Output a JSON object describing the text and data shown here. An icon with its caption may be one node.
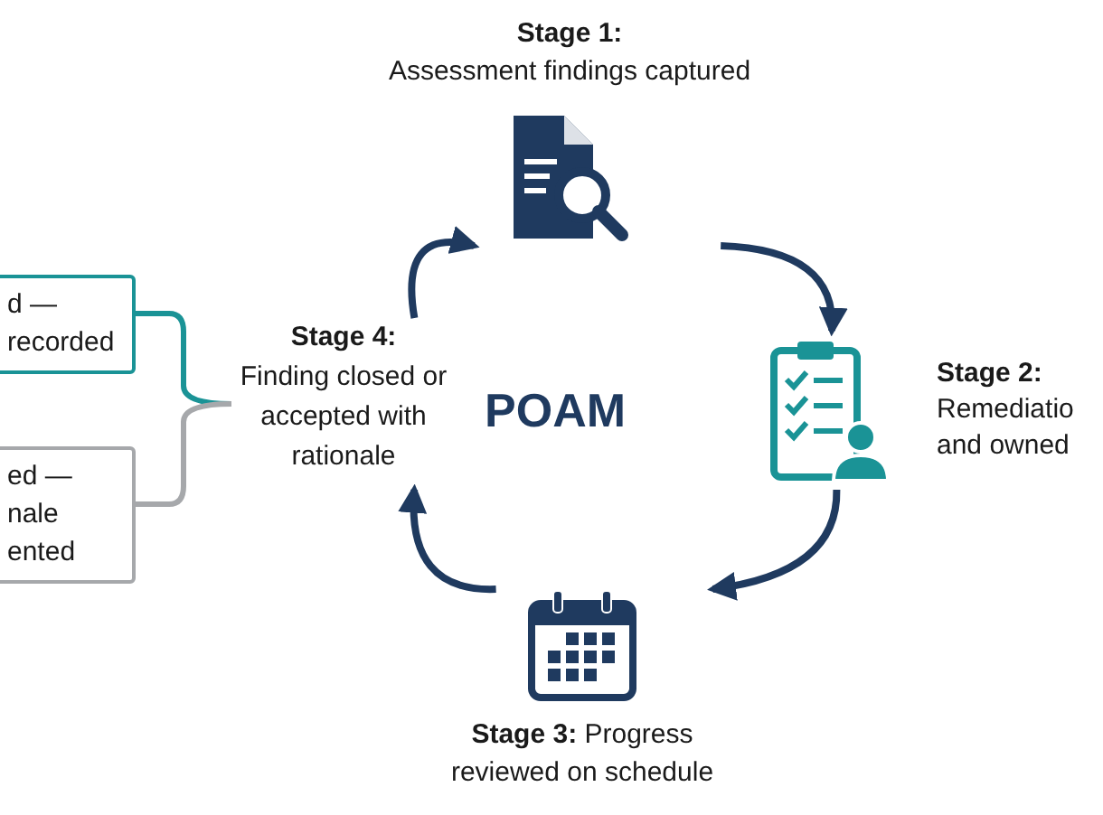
{
  "diagram": {
    "nodes": [
      {
        "text": [
          "Stage 1:",
          "Assessment findings captured"
        ]
      },
      {
        "text": [
          "Stage 2:",
          "Remediatio and owned"
        ]
      },
      {
        "text": [
          "Stage 3:",
          "Progress reviewed on schedule"
        ]
      },
      {
        "text": [
          "Stage 4:",
          "Finding closed or accepted with rationale"
        ]
      },
      {
        "text": [
          "d — recorded"
        ]
      },
      {
        "text": [
          "ed — nale ented"
        ]
      }
    ],
    "edges": [
      {
        "from": 0,
        "to": 1,
        "arrow": "to"
      },
      {
        "from": 1,
        "to": 2,
        "arrow": "to"
      },
      {
        "from": 2,
        "to": 3,
        "arrow": "to"
      },
      {
        "from": 3,
        "to": 0,
        "arrow": "to"
      },
      {
        "from": 4,
        "to": 3,
        "arrow": "none",
        "color": "#1a9396"
      },
      {
        "from": 5,
        "to": 3,
        "arrow": "none",
        "color": "#a6a8ab"
      }
    ],
    "labels": [
      "POAM"
    ]
  }
}
